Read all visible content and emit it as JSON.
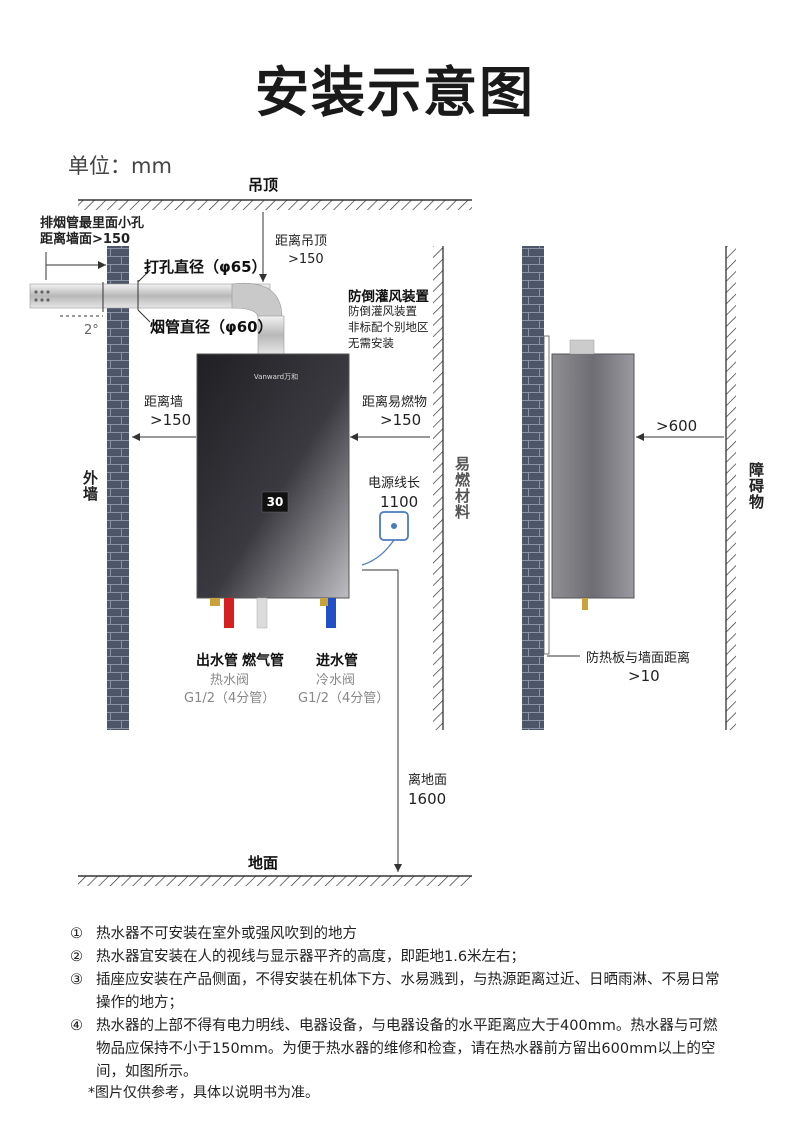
{
  "title": "安装示意图",
  "unit": "单位：mm",
  "labels": {
    "ceiling": "吊顶",
    "floor": "地面",
    "outer_wall": "外墙",
    "flammable": "易燃材料",
    "obstacle": "障碍物",
    "flue_inner_1": "排烟管最里面小孔",
    "flue_inner_2": "距离墙面>150",
    "drill_dia": "打孔直径（φ65）",
    "pipe_dia": "烟管直径（φ60）",
    "slope": "2°",
    "ceiling_dist_1": "距离吊顶",
    "ceiling_dist_2": ">150",
    "backdraft": "防倒灌风装置",
    "backdraft_note_1": "防倒灌风装置",
    "backdraft_note_2": "非标配个别地区",
    "backdraft_note_3": "无需安装",
    "wall_dist_1": "距离墙",
    "wall_dist_2": ">150",
    "flam_dist_1": "距离易燃物",
    "flam_dist_2": ">150",
    "cord_1": "电源线长",
    "cord_2": "1100",
    "outlet_pipe": "出水管",
    "gas_pipe": "燃气管",
    "inlet_pipe": "进水管",
    "hot_valve_1": "热水阀",
    "hot_valve_2": "G1/2（4分管）",
    "cold_valve_1": "冷水阀",
    "cold_valve_2": "G1/2（4分管）",
    "floor_dist_1": "离地面",
    "floor_dist_2": "1600",
    "front_dist": ">600",
    "shield_1": "防热板与墙面距离",
    "shield_2": ">10",
    "display_temp": "30",
    "brand": "Vanward万和"
  },
  "notes": [
    {
      "num": "①",
      "text": "热水器不可安装在室外或强风吹到的地方"
    },
    {
      "num": "②",
      "text": "热水器宜安装在人的视线与显示器平齐的高度，即距地1.6米左右；"
    },
    {
      "num": "③",
      "text": "插座应安装在产品侧面，不得安装在机体下方、水易溅到，与热源距离过近、日晒雨淋、不易日常操作的地方；"
    },
    {
      "num": "④",
      "text": "热水器的上部不得有电力明线、电器设备，与电器设备的水平距离应大于400mm。热水器与可燃物品应保持不小于150mm。为便于热水器的维修和检查，请在热水器前方留出600mm以上的空间，如图所示。"
    }
  ],
  "disclaimer": "*图片仅供参考，具体以说明书为准。",
  "colors": {
    "brick": "#4a5566",
    "heater_dark": "#2b2b2f",
    "hot_pipe": "#d62020",
    "cold_pipe": "#2050c8"
  }
}
